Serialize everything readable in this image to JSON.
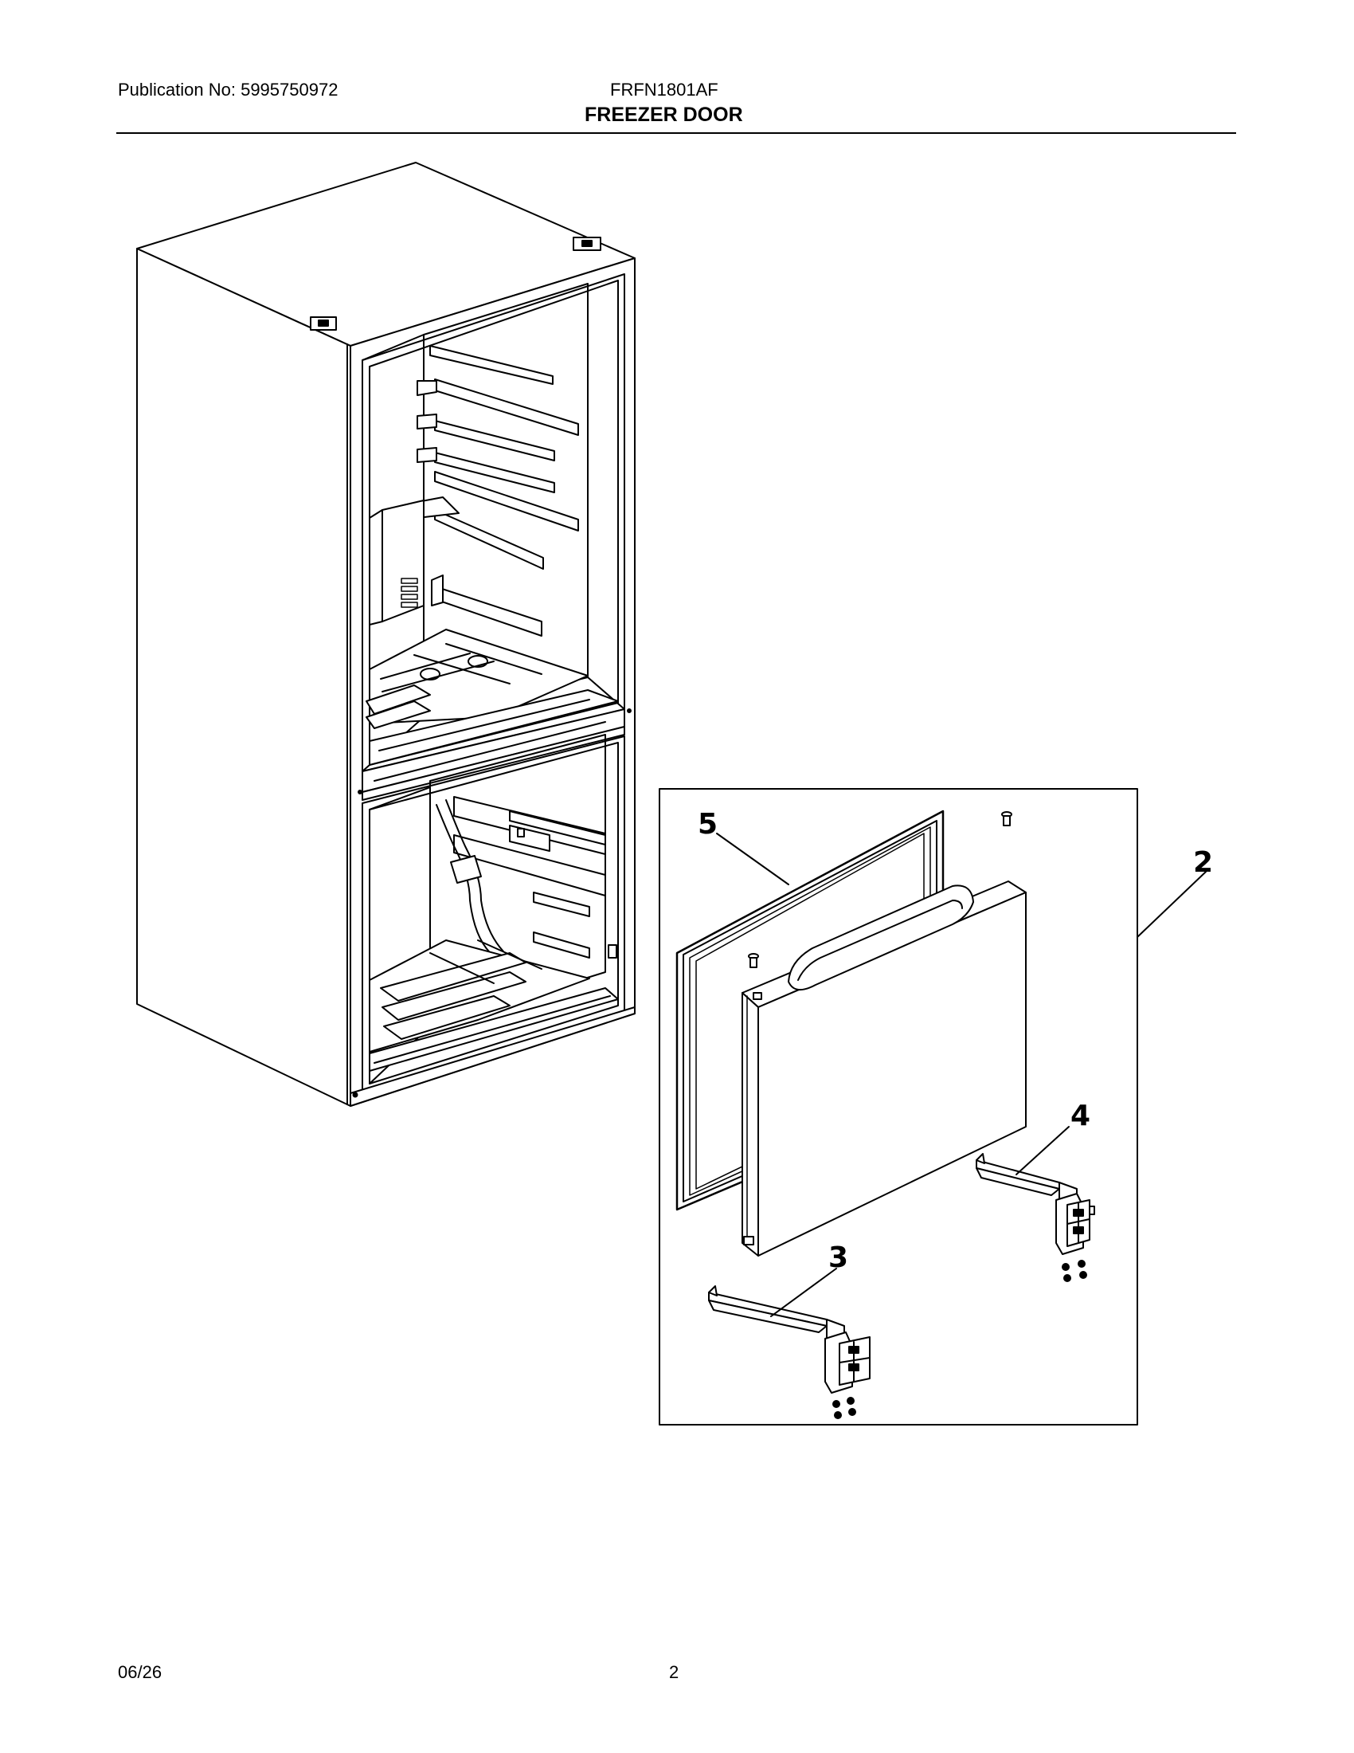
{
  "header": {
    "publication": "Publication No: 5995750972",
    "model": "FRFN1801AF",
    "section_title": "FREEZER DOOR"
  },
  "footer": {
    "date": "06/26",
    "page_number": "2"
  },
  "callouts": {
    "door_assembly": "2",
    "lower_hinge_left": "3",
    "lower_hinge_right": "4",
    "gasket": "5"
  }
}
